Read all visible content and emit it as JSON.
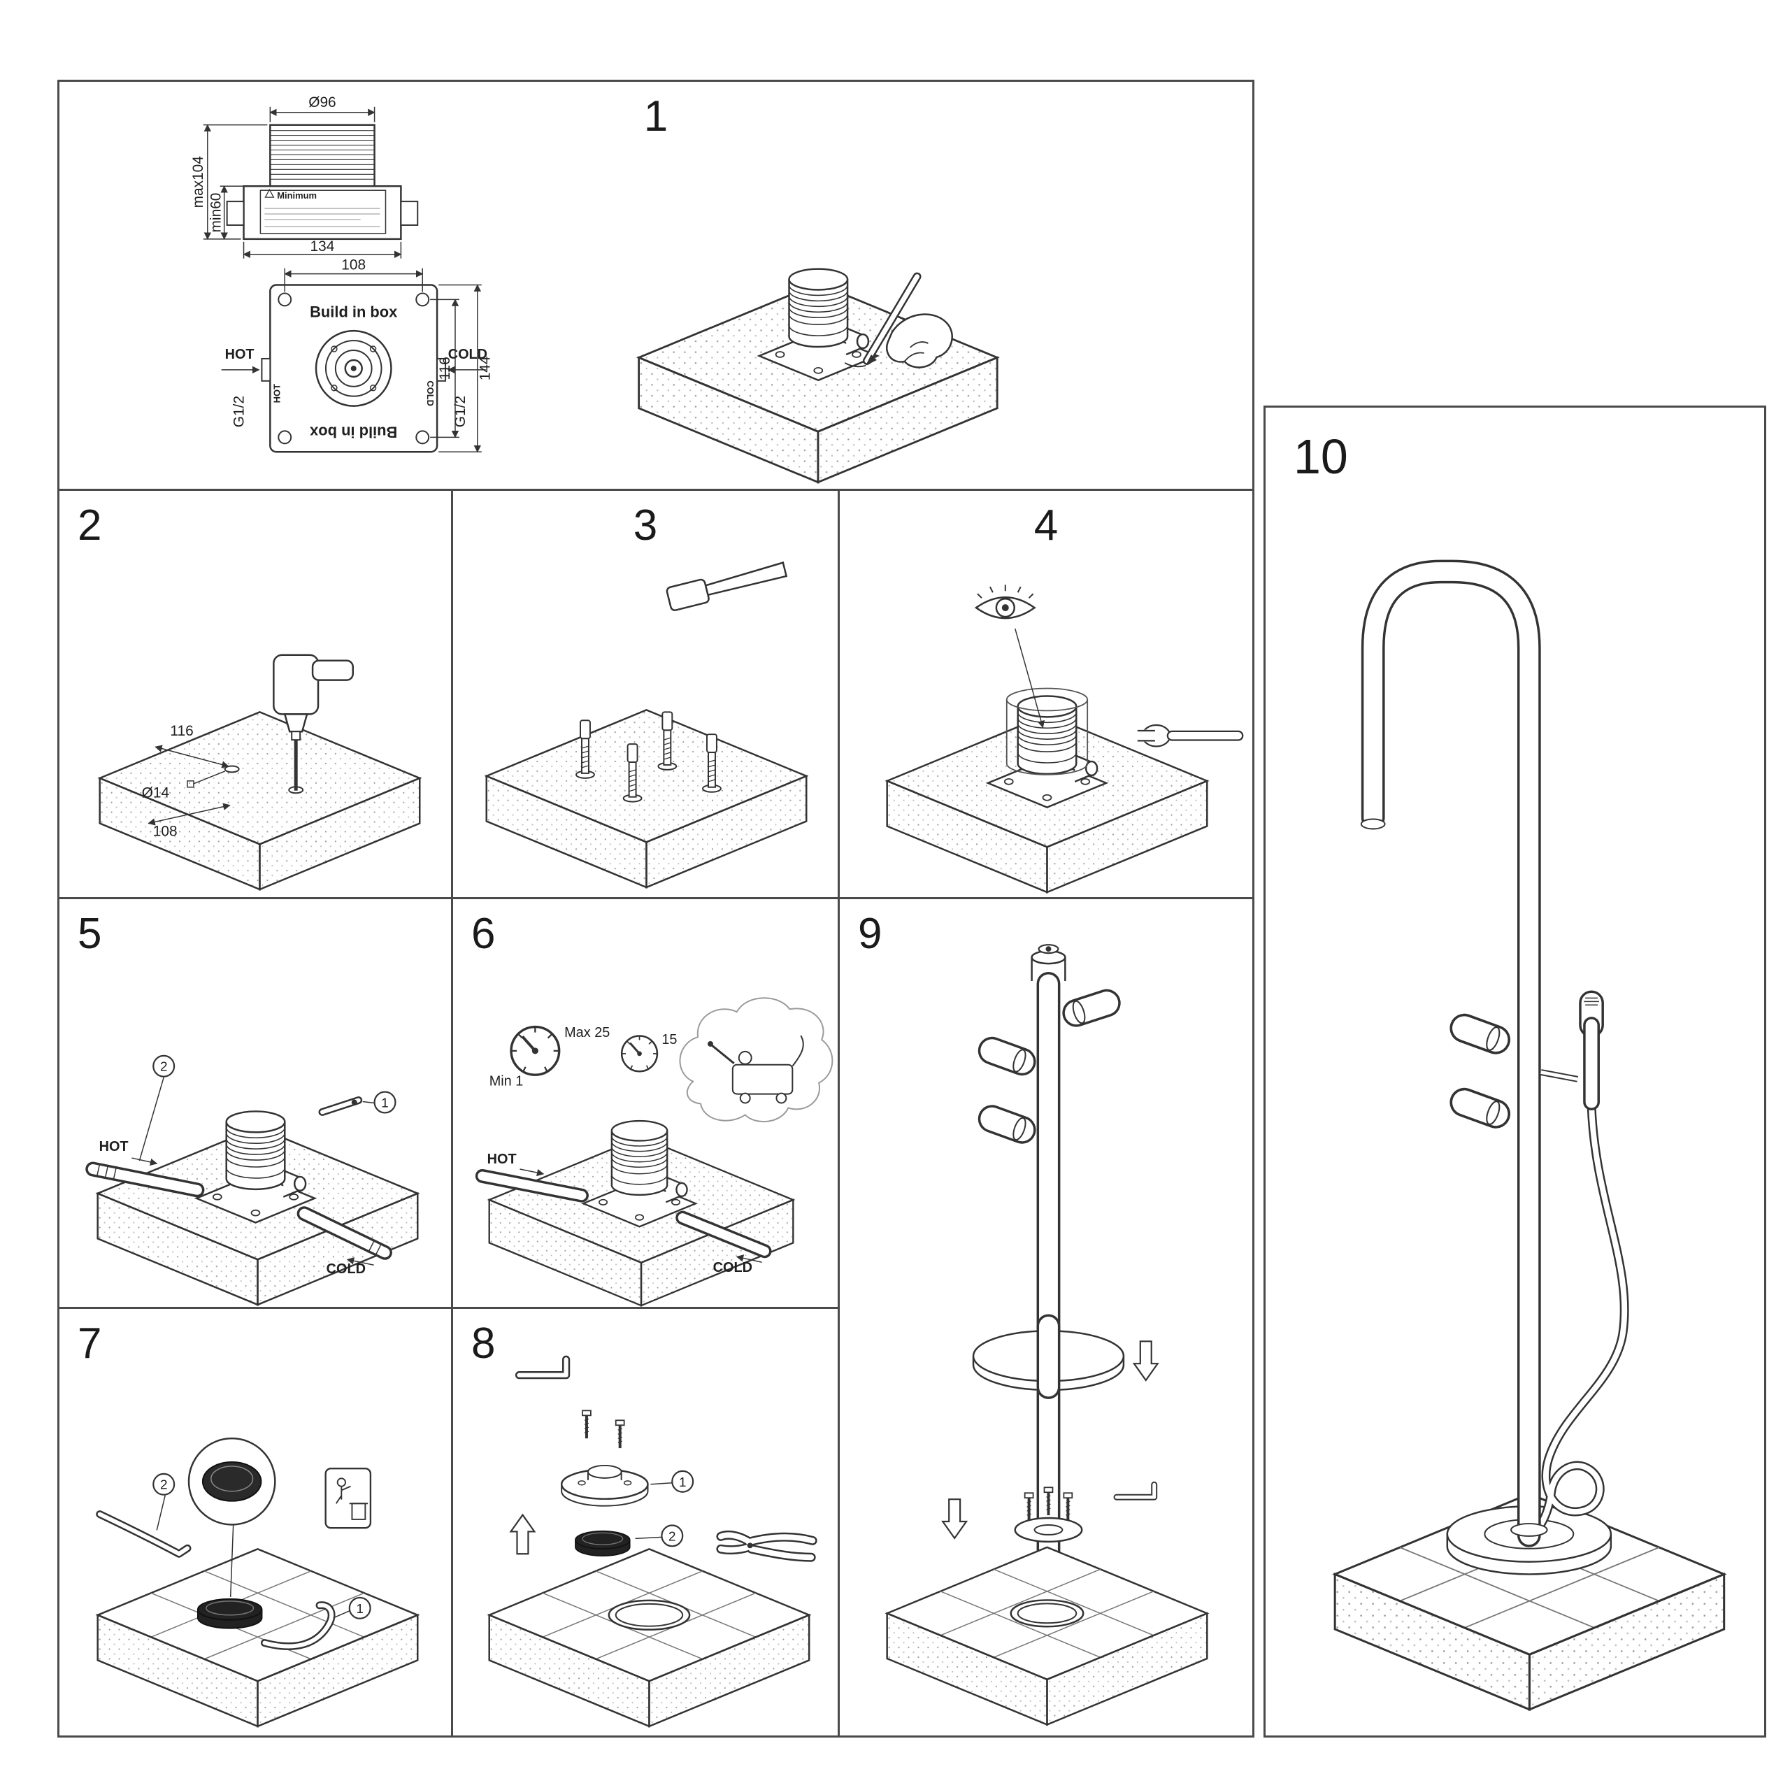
{
  "sheet": {
    "steps": {
      "s1": "1",
      "s2": "2",
      "s3": "3",
      "s4": "4",
      "s5": "5",
      "s6": "6",
      "s7": "7",
      "s8": "8",
      "s9": "9",
      "s10": "10"
    },
    "p1": {
      "dia": "Ø96",
      "max_h": "max104",
      "min_h": "min60",
      "warn_label": "Minimum",
      "w_outer": "134",
      "w_holes": "108",
      "box_label": "Build in box",
      "hot": "HOT",
      "cold": "COLD",
      "thread": "G1/2",
      "h_holes": "116",
      "h_outer": "144"
    },
    "p2": {
      "hole_spacing_a": "116",
      "hole_dia": "Ø14",
      "hole_spacing_b": "108"
    },
    "p5": {
      "hot": "HOT",
      "cold": "COLD",
      "callout_1": "1",
      "callout_2": "2"
    },
    "p6": {
      "gauge_max": "Max 25",
      "gauge_min": "Min 1",
      "gauge_value": "15",
      "hot": "HOT",
      "cold": "COLD"
    },
    "p7": {
      "callout_1": "1",
      "callout_2": "2"
    },
    "p8": {
      "callout_1": "1",
      "callout_2": "2"
    }
  }
}
